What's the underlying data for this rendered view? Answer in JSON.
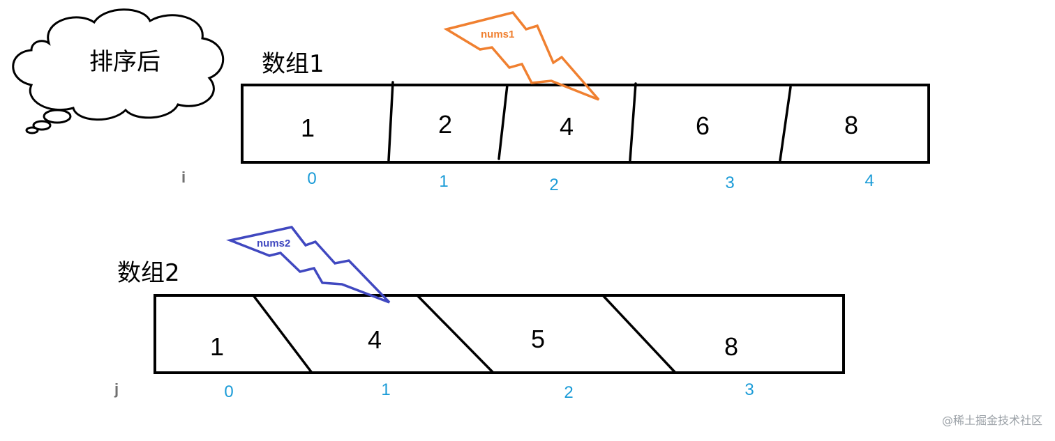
{
  "cloud": {
    "text": "排序后"
  },
  "array1": {
    "title": "数组1",
    "pointer": "i",
    "values": [
      "1",
      "2",
      "4",
      "6",
      "8"
    ],
    "indices": [
      "0",
      "1",
      "2",
      "3",
      "4"
    ],
    "bolt": {
      "label": "nums1",
      "color": "#f08030"
    }
  },
  "array2": {
    "title": "数组2",
    "pointer": "j",
    "values": [
      "1",
      "4",
      "5",
      "8"
    ],
    "indices": [
      "0",
      "1",
      "2",
      "3"
    ],
    "bolt": {
      "label": "nums2",
      "color": "#4048c0"
    }
  },
  "watermark": "@稀土掘金技术社区",
  "colors": {
    "index": "#1a9bd7",
    "nums1": "#f08030",
    "nums2": "#4048c0"
  }
}
